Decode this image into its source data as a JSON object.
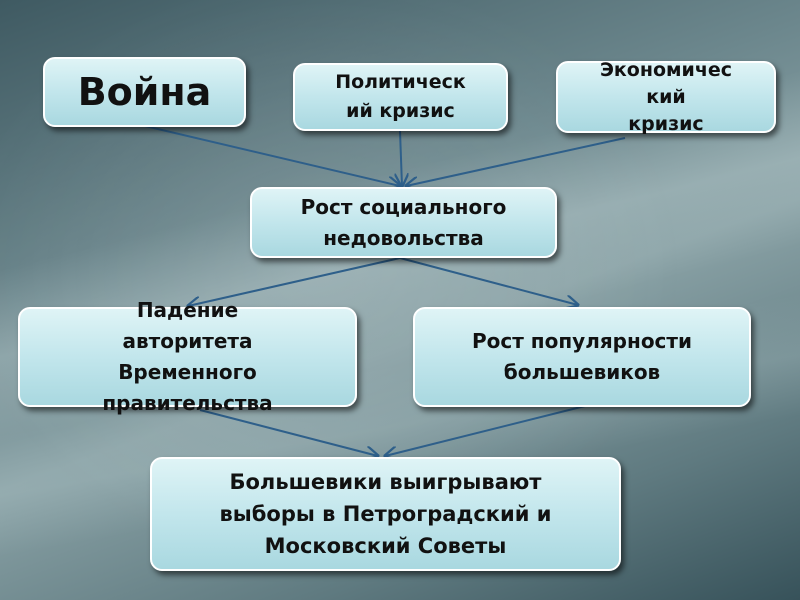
{
  "diagram": {
    "nodes": {
      "war": "Война",
      "political_crisis": "Политическ\nий кризис",
      "economic_crisis": "Экономичес\nкий\nкризис",
      "social_discontent": "Рост социального\nнедовольства",
      "authority_fall": "Падение\nавторитета\nВременного\nправительства",
      "bolshevik_popularity": "Рост популярности\nбольшевиков",
      "bolsheviks_win": "Большевики выигрывают\nвыборы в Петроградский и\nМосковский Советы"
    }
  },
  "colors": {
    "box_fill": "#c2e6ec",
    "box_border": "#ffffff",
    "arrow": "#2e5f8a"
  }
}
